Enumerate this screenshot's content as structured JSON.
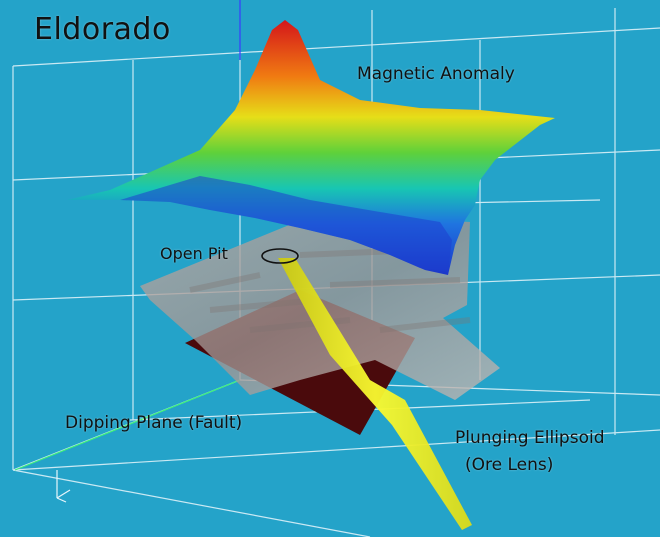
{
  "title": "Eldorado",
  "labels": {
    "magnetic_anomaly": "Magnetic Anomaly",
    "open_pit": "Open Pit",
    "fault": "Dipping Plane (Fault)",
    "ore_lens_line1": "Plunging Ellipsoid",
    "ore_lens_line2": "(Ore Lens)"
  },
  "colors": {
    "background": "#24a3c9",
    "grid": "#e8f6fb",
    "fault_plane": "#4a0a0c",
    "ore_lens": "#f2f21a",
    "anomaly_high": "#e81e1e",
    "anomaly_low": "#1f3fd6"
  }
}
